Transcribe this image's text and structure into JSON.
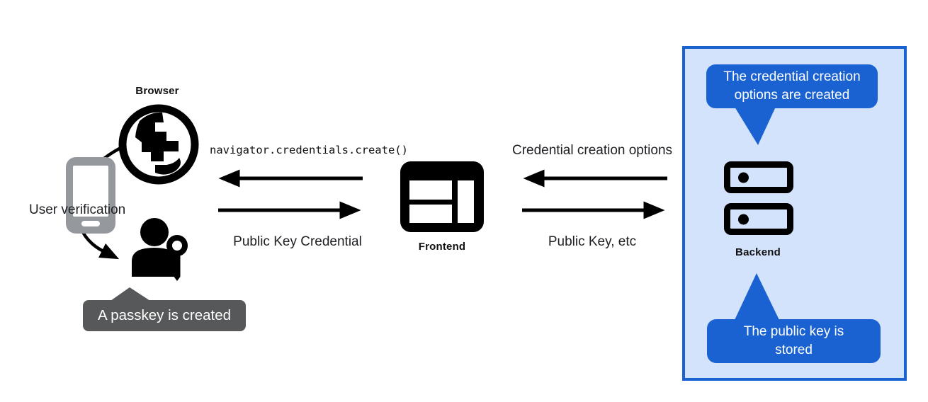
{
  "nodes": {
    "browser": {
      "label": "Browser"
    },
    "user_verification": {
      "label": "User verification"
    },
    "frontend": {
      "label": "Frontend"
    },
    "backend": {
      "label": "Backend"
    }
  },
  "flows": {
    "create_call": "navigator.credentials.create()",
    "public_key_credential": "Public Key Credential",
    "credential_creation_options": "Credential creation options",
    "public_key_etc": "Public Key, etc"
  },
  "callouts": {
    "passkey_created": "A passkey is created",
    "options_created": "The credential creation options are created",
    "key_stored": "The public key is stored"
  },
  "colors": {
    "callout_dark": "#575859",
    "callout_blue": "#1a62d2",
    "panel_border": "#1a62d2",
    "panel_fill": "#d3e3fb",
    "phone_gray": "#95999e",
    "ink": "#000000",
    "text": "#202124"
  }
}
